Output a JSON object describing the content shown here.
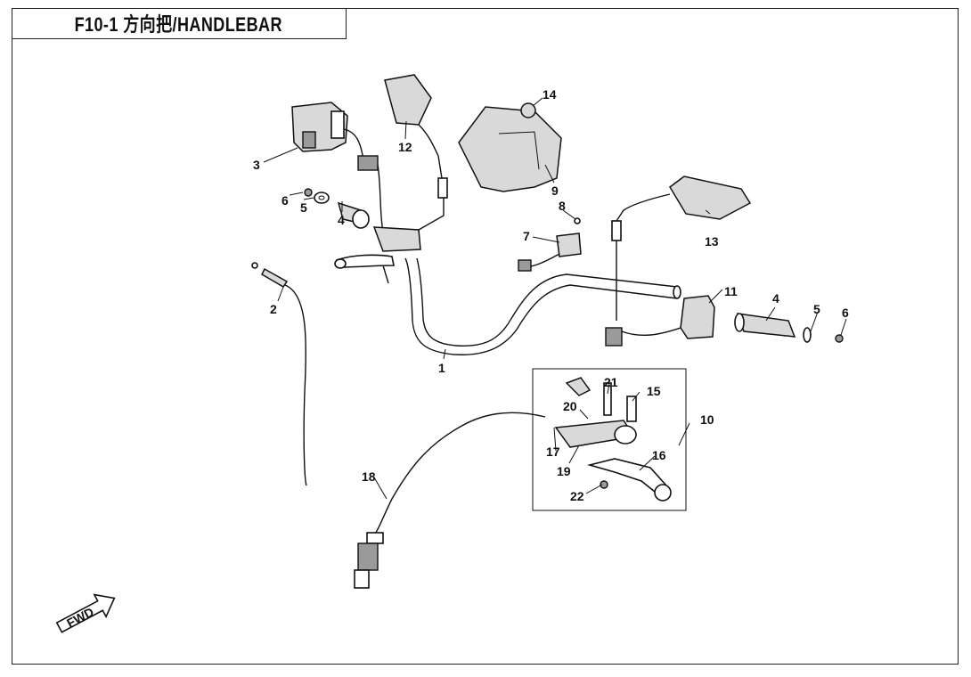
{
  "title": "F10-1 方向把/HANDLEBAR",
  "fwd_label": "FWD",
  "callouts": [
    {
      "id": "1",
      "label": "1"
    },
    {
      "id": "2",
      "label": "2"
    },
    {
      "id": "3",
      "label": "3"
    },
    {
      "id": "4a",
      "label": "4"
    },
    {
      "id": "4b",
      "label": "4"
    },
    {
      "id": "5a",
      "label": "5"
    },
    {
      "id": "5b",
      "label": "5"
    },
    {
      "id": "6a",
      "label": "6"
    },
    {
      "id": "6b",
      "label": "6"
    },
    {
      "id": "7",
      "label": "7"
    },
    {
      "id": "8",
      "label": "8"
    },
    {
      "id": "9",
      "label": "9"
    },
    {
      "id": "10",
      "label": "10"
    },
    {
      "id": "11",
      "label": "11"
    },
    {
      "id": "12",
      "label": "12"
    },
    {
      "id": "13",
      "label": "13"
    },
    {
      "id": "14",
      "label": "14"
    },
    {
      "id": "15",
      "label": "15"
    },
    {
      "id": "16",
      "label": "16"
    },
    {
      "id": "17",
      "label": "17"
    },
    {
      "id": "18",
      "label": "18"
    },
    {
      "id": "19",
      "label": "19"
    },
    {
      "id": "20",
      "label": "20"
    },
    {
      "id": "21",
      "label": "21"
    },
    {
      "id": "22",
      "label": "22"
    }
  ]
}
